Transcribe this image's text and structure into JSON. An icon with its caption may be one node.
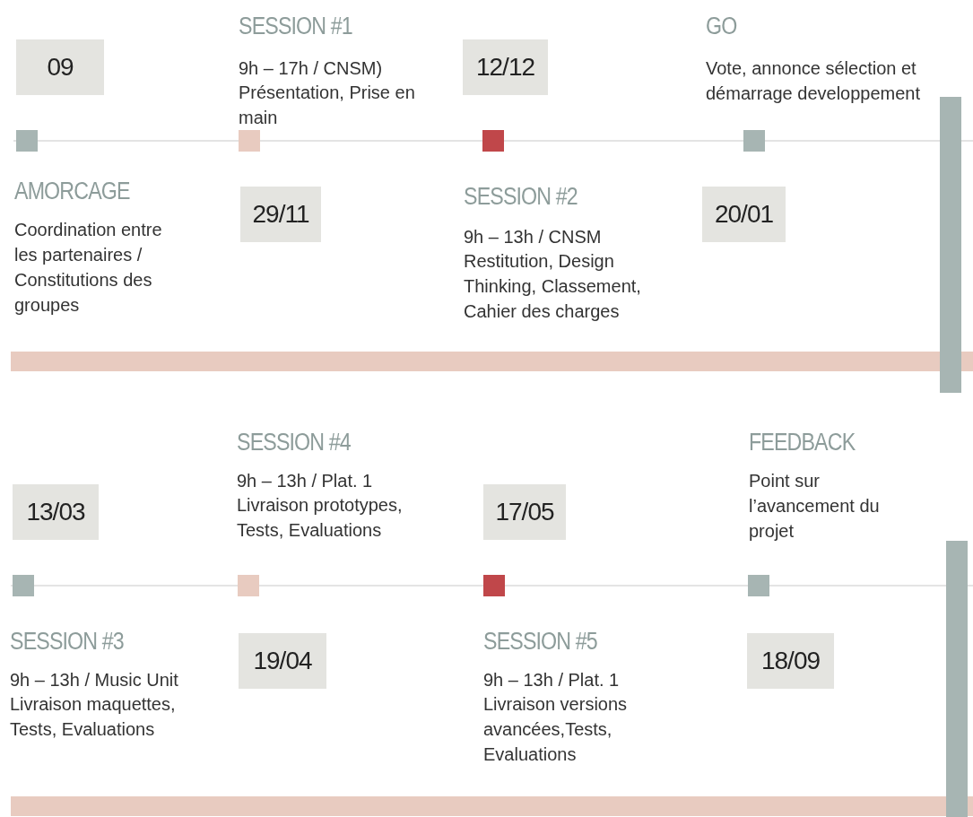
{
  "diagram": {
    "nodes": [
      {
        "text": [
          "09"
        ]
      },
      {
        "text": [
          "12/12"
        ]
      },
      {
        "text": [
          "29/11"
        ]
      },
      {
        "text": [
          "20/01"
        ]
      },
      {
        "text": [
          "13/03"
        ]
      },
      {
        "text": [
          "17/05"
        ]
      },
      {
        "text": [
          "19/04"
        ]
      },
      {
        "text": [
          "18/09"
        ]
      }
    ],
    "labels": [
      "SESSION #1",
      "9h – 17h / CNSM)",
      "Présentation, Prise en main",
      "GO",
      "Vote, annonce sélection et démarrage developpement",
      "AMORCAGE",
      "Coordination entre les partenaires / Constitutions des groupes",
      "SESSION #2",
      "9h – 13h / CNSM",
      "Restitution, Design Thinking, Classement, Cahier des charges",
      "SESSION #4",
      "9h – 13h / Plat. 1",
      "Livraison prototypes, Tests, Evaluations",
      "FEEDBACK",
      "Point sur l’avancement du projet",
      "SESSION #3",
      "9h – 13h / Music Unit",
      "Livraison maquettes, Tests, Evaluations",
      "SESSION #5",
      "9h – 13h / Plat. 1",
      "Livraison versions avancées,Tests, Evaluations"
    ]
  }
}
